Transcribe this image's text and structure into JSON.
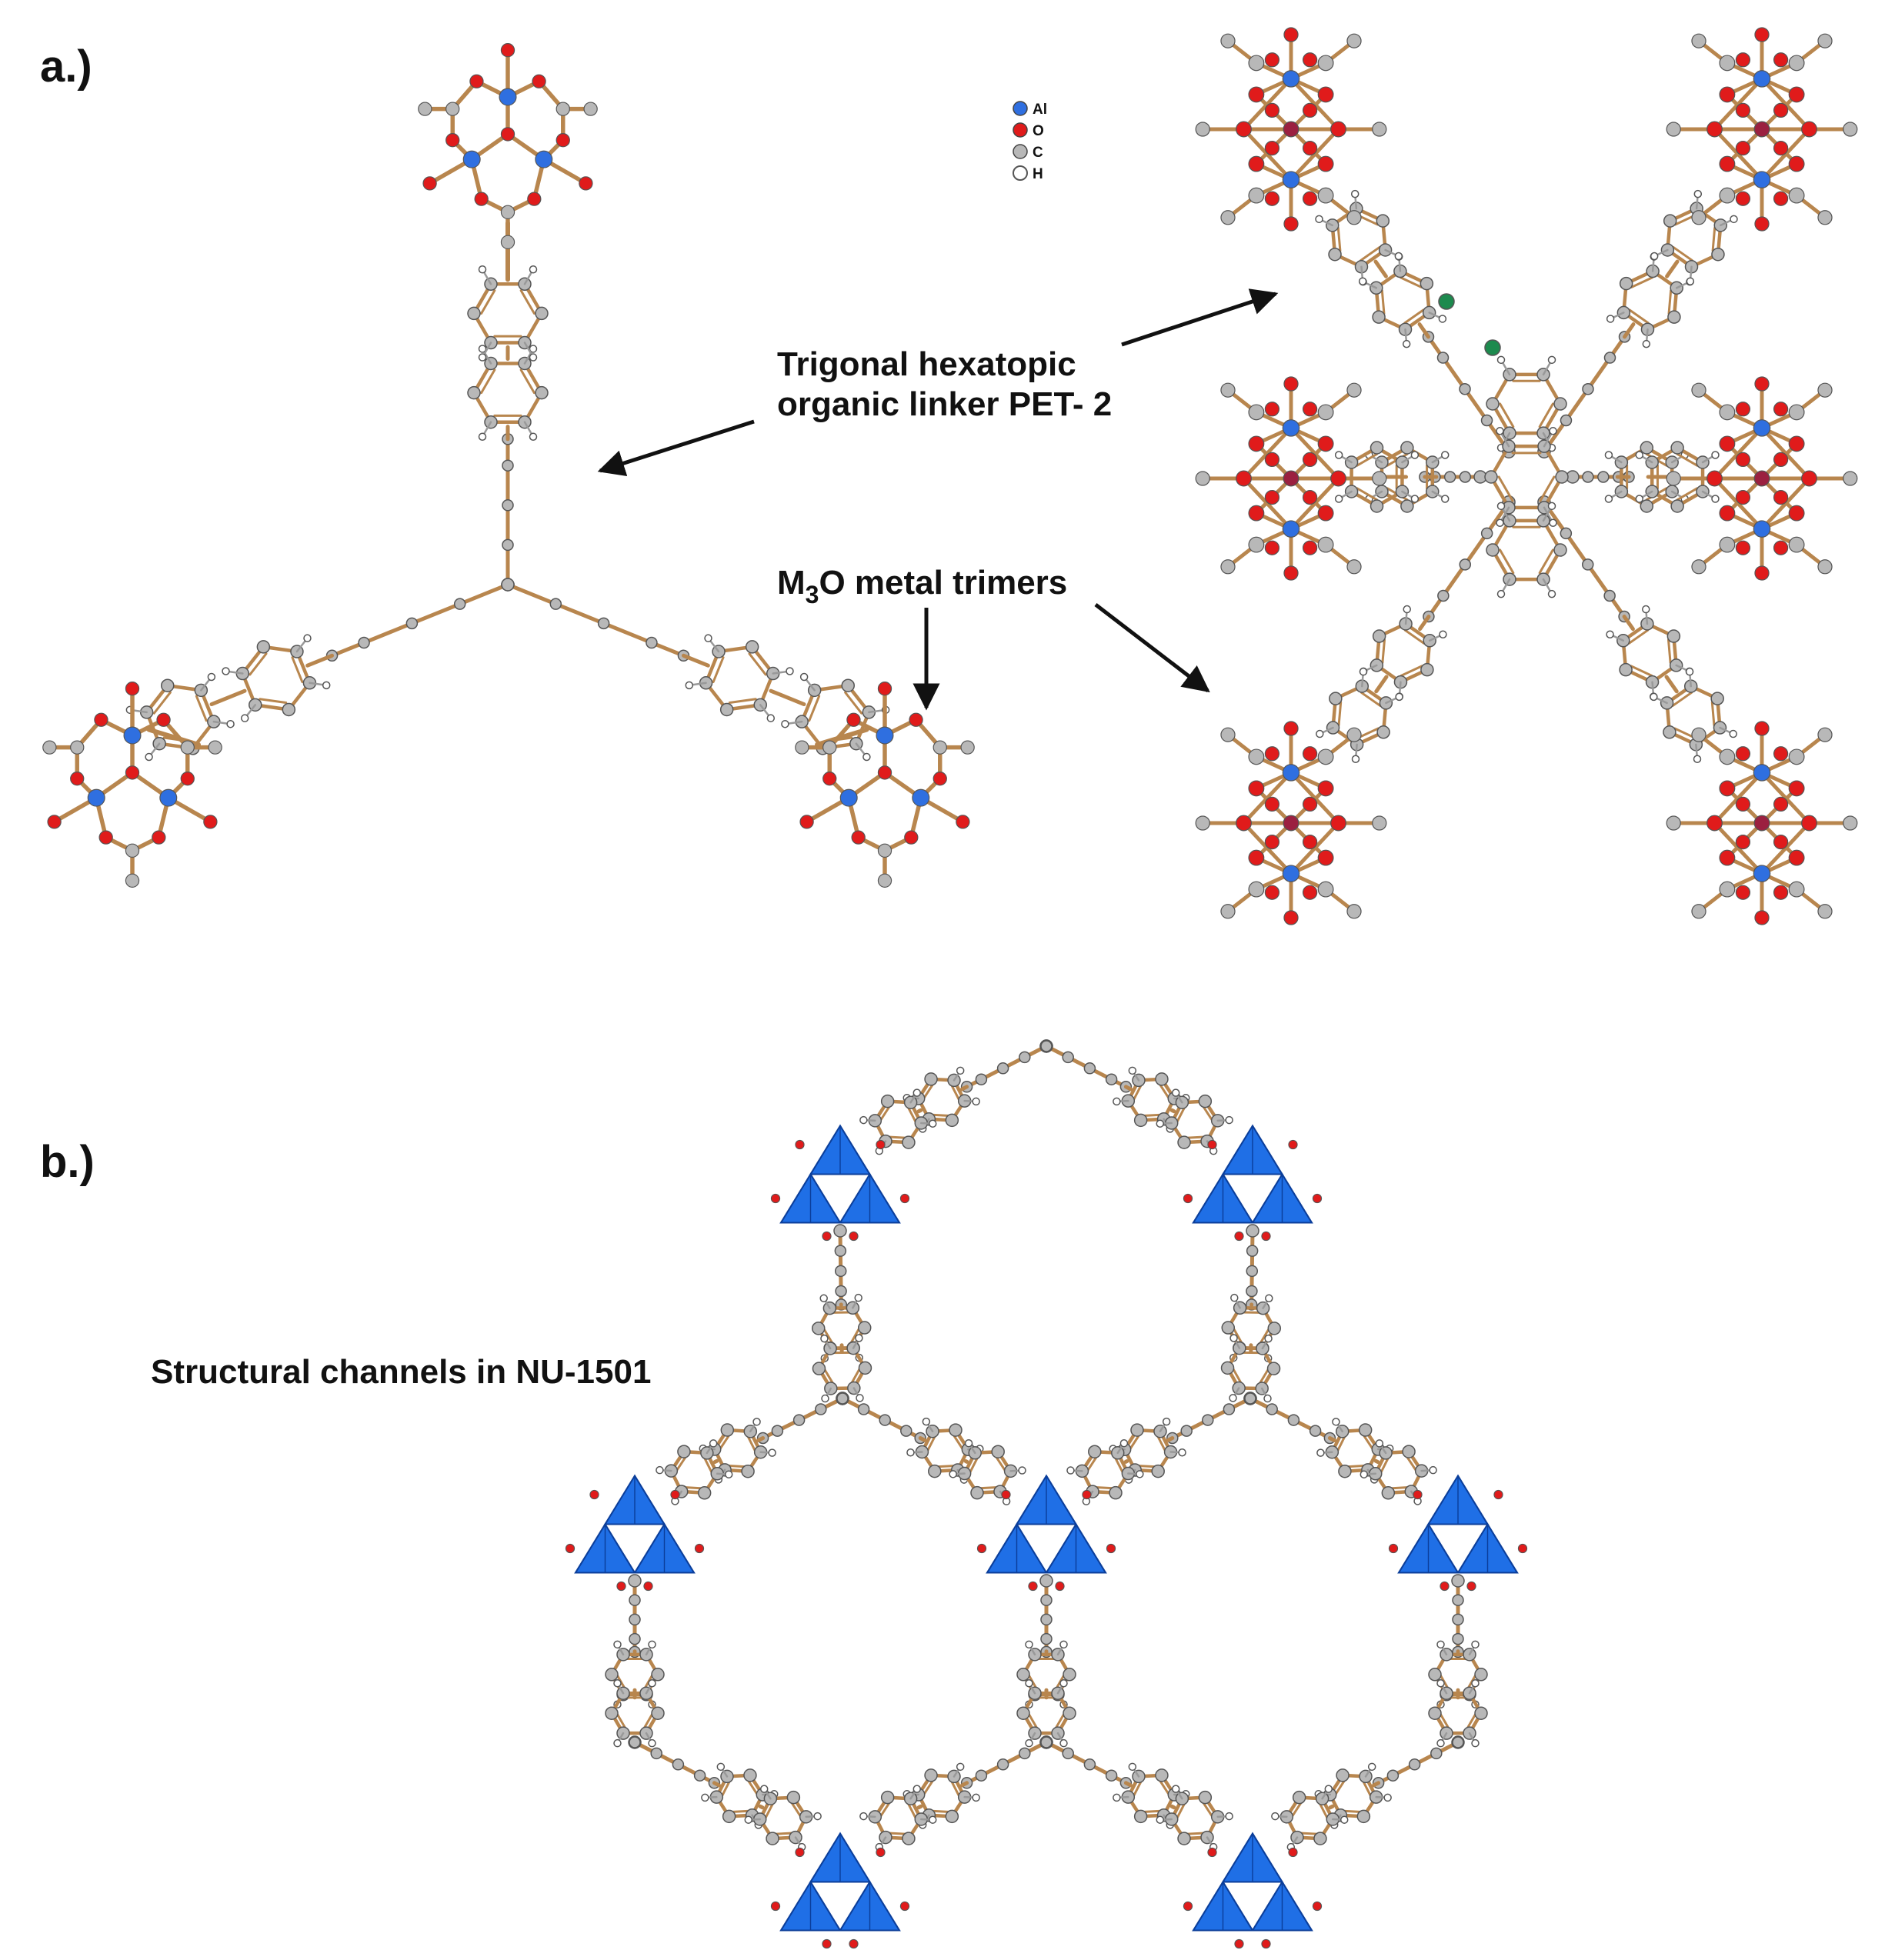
{
  "panel_a": {
    "label": "a.)",
    "callout_linker_line1": "Trigonal hexatopic",
    "callout_linker_line2": "organic linker PET- 2",
    "callout_trimer_prefix": "M",
    "callout_trimer_subscript": "3",
    "callout_trimer_suffix": "O metal trimers"
  },
  "legend": {
    "items": [
      {
        "symbol": "Al",
        "color": "#2f6fe0"
      },
      {
        "symbol": "O",
        "color": "#e01b1b"
      },
      {
        "symbol": "C",
        "color": "#b8b8b8"
      },
      {
        "symbol": "H",
        "color": "#ffffff"
      }
    ]
  },
  "panel_b": {
    "label": "b.)",
    "caption": "Structural channels in NU-1501"
  },
  "colors": {
    "aluminum": "#2f6fe0",
    "oxygen": "#e01b1b",
    "carbon": "#b8b8b8",
    "hydrogen": "#ffffff",
    "bond": "#b8864e",
    "polyhedron": "#1f6fe6",
    "green_atom": "#1d8a4e"
  }
}
